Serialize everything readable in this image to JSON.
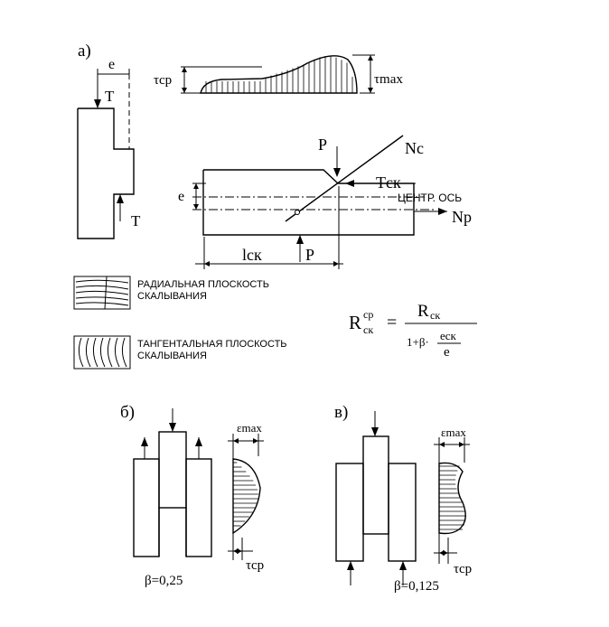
{
  "panel_a": {
    "label": "а)",
    "dim_e": "e",
    "force_T_top": "T",
    "force_T_bottom": "T",
    "tau_avg": "τср",
    "tau_max": "τmax",
    "force_P_top": "P",
    "force_Nc": "Nc",
    "force_Tck": "Tск",
    "centr_axis": "ЦЕНТР. ОСЬ",
    "force_Np": "Nр",
    "dim_e2": "e",
    "dim_lck": "lск",
    "force_P_bottom": "P"
  },
  "legend": {
    "radial": [
      "РАДИАЛЬНАЯ ПЛОСКОСТЬ",
      "СКАЛЫВАНИЯ"
    ],
    "tangential": [
      "ТАНГЕНТАЛЬНАЯ ПЛОСКОСТЬ",
      "СКАЛЫВАНИЯ"
    ]
  },
  "formula": {
    "lhs_main": "R",
    "lhs_sup": "ср",
    "lhs_sub": "ск",
    "equals": "=",
    "num_main": "R",
    "num_sub": "ск",
    "den_prefix": "1+β·",
    "den_frac_num": "eск",
    "den_frac_den": "e"
  },
  "panel_b": {
    "label": "б)",
    "eps": "εmax",
    "tau": "τср",
    "beta": "β=0,25"
  },
  "panel_v": {
    "label": "в)",
    "eps": "εmax",
    "tau": "τср",
    "beta": "β=0,125"
  }
}
